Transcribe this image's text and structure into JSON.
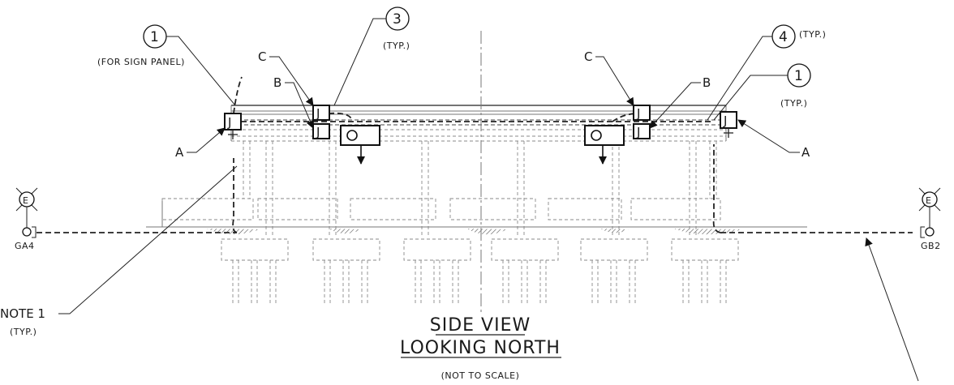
{
  "drawing": {
    "title_line1": "SIDE VIEW",
    "title_line2": "LOOKING NORTH",
    "scale_note": "(NOT TO SCALE)"
  },
  "callouts": {
    "c1_left": {
      "number": "1",
      "note": "(FOR SIGN PANEL)"
    },
    "c3": {
      "number": "3",
      "note": "(TYP.)"
    },
    "c4": {
      "number": "4",
      "note": "(TYP.)"
    },
    "c1_right": {
      "number": "1",
      "note": "(TYP.)"
    },
    "note1": {
      "label": "NOTE 1",
      "note": "(TYP.)"
    }
  },
  "letters": {
    "a": "A",
    "b": "B",
    "c": "C",
    "j": "J",
    "e": "E"
  },
  "ground_boxes": {
    "left": "GA4",
    "right": "GB2"
  }
}
